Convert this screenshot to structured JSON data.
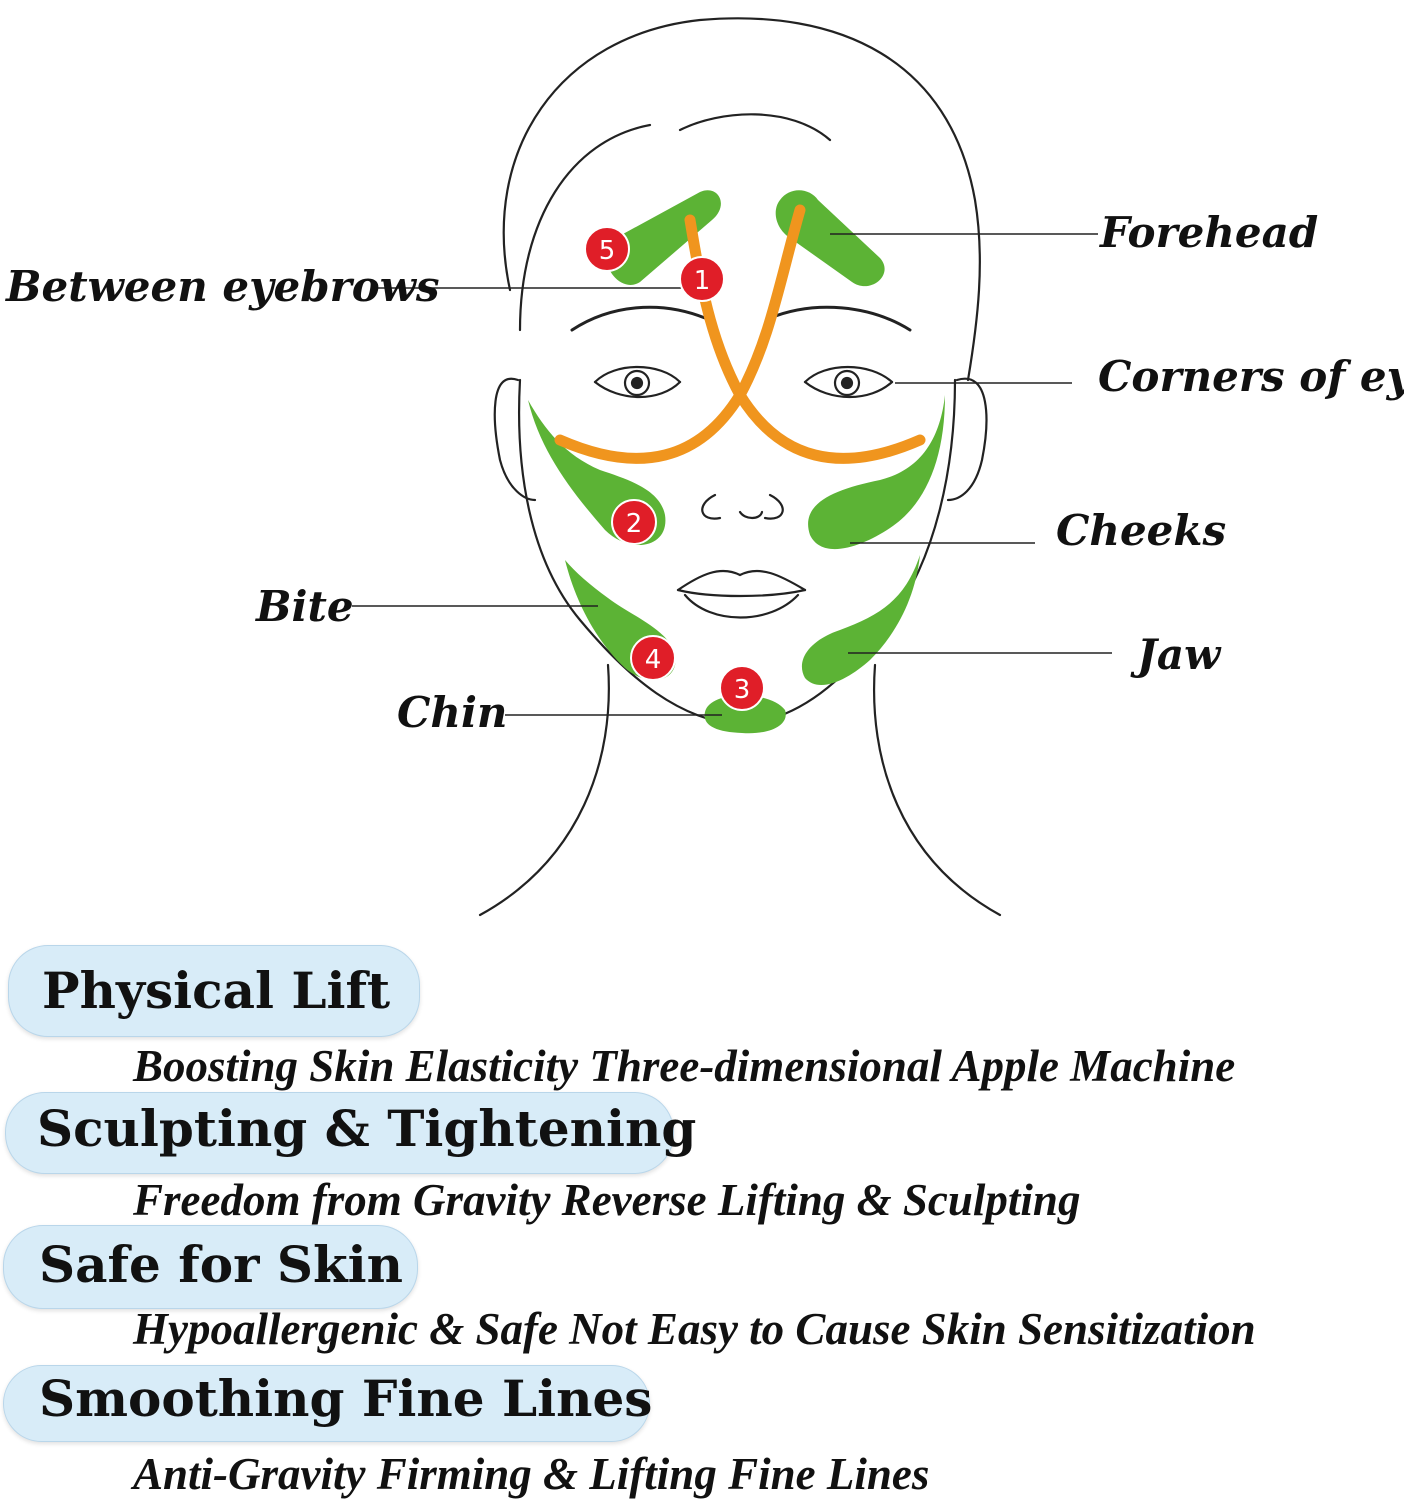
{
  "diagram": {
    "labels": {
      "forehead": "Forehead",
      "between_eyebrows": "Between eyebrows",
      "corners_of_eyes": "Corners of eyes",
      "cheeks": "Cheeks",
      "bite": "Bite",
      "jaw": "Jaw",
      "chin": "Chin"
    },
    "markers": [
      "1",
      "2",
      "3",
      "4",
      "5"
    ],
    "colors": {
      "zone": "#5cb335",
      "path": "#f0951e",
      "marker": "#e01e28",
      "line": "#222222"
    }
  },
  "features": [
    {
      "title": "Physical Lift",
      "subtitle": "Boosting Skin Elasticity Three-dimensional Apple Machine"
    },
    {
      "title": "Sculpting & Tightening",
      "subtitle": "Freedom from Gravity Reverse Lifting & Sculpting"
    },
    {
      "title": "Safe for Skin",
      "subtitle": "Hypoallergenic & Safe Not Easy to Cause Skin Sensitization"
    },
    {
      "title": "Smoothing Fine Lines",
      "subtitle": "Anti-Gravity Firming & Lifting Fine Lines"
    }
  ],
  "pill_color": "#d8ecf8"
}
